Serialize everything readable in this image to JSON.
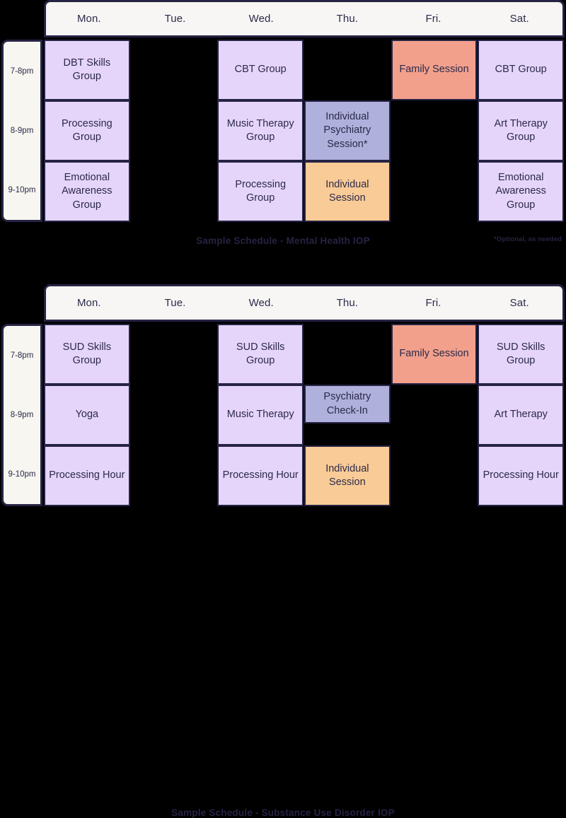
{
  "colors": {
    "background": "#000000",
    "border": "#262344",
    "text": "#2B2A4A",
    "header_bg": "#F7F6F4",
    "time_bg": "#F7F6F0",
    "lavender": "#E6D5FB",
    "salmon": "#F2A08C",
    "periwinkle": "#AFB0DC",
    "amber": "#F9CB96"
  },
  "days": [
    "Mon.",
    "Tue.",
    "Wed.",
    "Thu.",
    "Fri.",
    "Sat."
  ],
  "times": [
    "7-8pm",
    "8-9pm",
    "9-10pm"
  ],
  "schedules": [
    {
      "caption": "Sample Schedule - Mental Health IOP",
      "footnote": "*Optional, as needed",
      "rows": [
        {
          "time": "7-8pm",
          "cells": [
            {
              "label": "DBT Skills Group",
              "color": "#E6D5FB",
              "filled": true,
              "partial": false
            },
            {
              "label": "",
              "color": "",
              "filled": false,
              "partial": false
            },
            {
              "label": "CBT Group",
              "color": "#E6D5FB",
              "filled": true,
              "partial": false
            },
            {
              "label": "",
              "color": "",
              "filled": false,
              "partial": false
            },
            {
              "label": "Family Session",
              "color": "#F2A08C",
              "filled": true,
              "partial": false
            },
            {
              "label": "CBT Group",
              "color": "#E6D5FB",
              "filled": true,
              "partial": false
            }
          ]
        },
        {
          "time": "8-9pm",
          "cells": [
            {
              "label": "Processing Group",
              "color": "#E6D5FB",
              "filled": true,
              "partial": false
            },
            {
              "label": "",
              "color": "",
              "filled": false,
              "partial": false
            },
            {
              "label": "Music Therapy Group",
              "color": "#E6D5FB",
              "filled": true,
              "partial": false
            },
            {
              "label": "Individual Psychiatry Session*",
              "color": "#AFB0DC",
              "filled": true,
              "partial": false
            },
            {
              "label": "",
              "color": "",
              "filled": false,
              "partial": false
            },
            {
              "label": "Art Therapy Group",
              "color": "#E6D5FB",
              "filled": true,
              "partial": false
            }
          ]
        },
        {
          "time": "9-10pm",
          "cells": [
            {
              "label": "Emotional Awareness Group",
              "color": "#E6D5FB",
              "filled": true,
              "partial": false
            },
            {
              "label": "",
              "color": "",
              "filled": false,
              "partial": false
            },
            {
              "label": "Processing Group",
              "color": "#E6D5FB",
              "filled": true,
              "partial": false
            },
            {
              "label": "Individual Session",
              "color": "#F9CB96",
              "filled": true,
              "partial": false
            },
            {
              "label": "",
              "color": "",
              "filled": false,
              "partial": false
            },
            {
              "label": "Emotional Awareness Group",
              "color": "#E6D5FB",
              "filled": true,
              "partial": false
            }
          ]
        }
      ]
    },
    {
      "caption": "Sample Schedule - Substance Use Disorder IOP",
      "footnote": "",
      "rows": [
        {
          "time": "7-8pm",
          "cells": [
            {
              "label": "SUD Skills Group",
              "color": "#E6D5FB",
              "filled": true,
              "partial": false
            },
            {
              "label": "",
              "color": "",
              "filled": false,
              "partial": false
            },
            {
              "label": "SUD Skills Group",
              "color": "#E6D5FB",
              "filled": true,
              "partial": false
            },
            {
              "label": "",
              "color": "",
              "filled": false,
              "partial": false
            },
            {
              "label": "Family Session",
              "color": "#F2A08C",
              "filled": true,
              "partial": false
            },
            {
              "label": "SUD Skills Group",
              "color": "#E6D5FB",
              "filled": true,
              "partial": false
            }
          ]
        },
        {
          "time": "8-9pm",
          "cells": [
            {
              "label": "Yoga",
              "color": "#E6D5FB",
              "filled": true,
              "partial": false
            },
            {
              "label": "",
              "color": "",
              "filled": false,
              "partial": false
            },
            {
              "label": "Music Therapy",
              "color": "#E6D5FB",
              "filled": true,
              "partial": false
            },
            {
              "label": "Psychiatry Check-In",
              "color": "#AFB0DC",
              "filled": true,
              "partial": true
            },
            {
              "label": "",
              "color": "",
              "filled": false,
              "partial": false
            },
            {
              "label": "Art Therapy",
              "color": "#E6D5FB",
              "filled": true,
              "partial": false
            }
          ]
        },
        {
          "time": "9-10pm",
          "cells": [
            {
              "label": "Processing Hour",
              "color": "#E6D5FB",
              "filled": true,
              "partial": false
            },
            {
              "label": "",
              "color": "",
              "filled": false,
              "partial": false
            },
            {
              "label": "Processing Hour",
              "color": "#E6D5FB",
              "filled": true,
              "partial": false
            },
            {
              "label": "Individual Session",
              "color": "#F9CB96",
              "filled": true,
              "partial": false
            },
            {
              "label": "",
              "color": "",
              "filled": false,
              "partial": false
            },
            {
              "label": "Processing Hour",
              "color": "#E6D5FB",
              "filled": true,
              "partial": false
            }
          ]
        }
      ]
    }
  ]
}
